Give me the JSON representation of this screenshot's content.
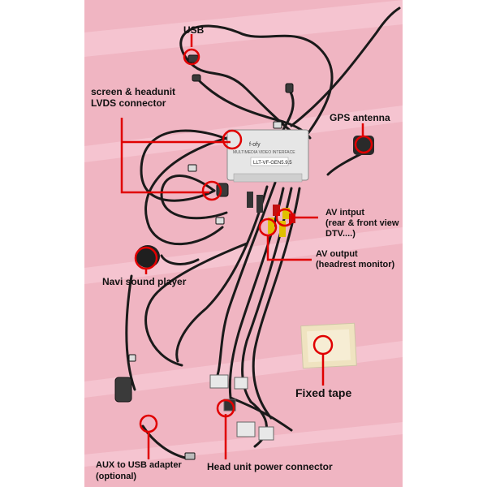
{
  "module": {
    "logo": "f-ofy",
    "subtitle": "MULTIMEDIA VIDEO INTERFACE",
    "model": "LLT-VF-GEN5.9.5"
  },
  "callouts": {
    "usb": "USB",
    "lvds_line1": "screen & headunit",
    "lvds_line2": "LVDS connector",
    "gps": "GPS antenna",
    "av_input_line1": "AV intput",
    "av_input_line2": "(rear & front view",
    "av_input_line3": "DTV....)",
    "av_output_line1": "AV output",
    "av_output_line2": "(headrest monitor)",
    "navi": "Navi sound player",
    "fixed_tape": "Fixed tape",
    "aux_line1": "AUX to USB adapter",
    "aux_line2": "(optional)",
    "power": "Head unit power connector"
  },
  "colors": {
    "background": "#f0b5c2",
    "callout": "#e00000",
    "cable": "#1a1a1a",
    "module": "#e6e6e6",
    "tape": "#efe3c0"
  }
}
